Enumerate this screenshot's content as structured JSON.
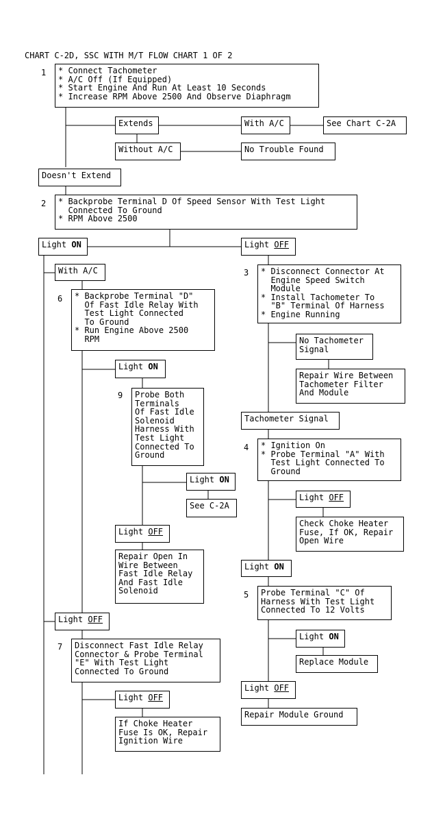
{
  "title": "CHART C-2D, SSC WITH M/T FLOW CHART 1 OF 2",
  "step_numbers": {
    "s1": "1",
    "s2": "2",
    "s3": "3",
    "s4": "4",
    "s5": "5",
    "s6": "6",
    "s7": "7",
    "s9": "9"
  },
  "boxes": {
    "b1": "* Connect Tachometer\n* A/C Off (If Equipped)\n* Start Engine And Run At Least 10 Seconds\n* Increase RPM Above 2500 And Observe Diaphragm",
    "extends": "Extends",
    "with_ac_top": "With A/C",
    "see_chart": "See Chart C-2A",
    "without_ac": "Without A/C",
    "no_trouble": "No Trouble Found",
    "doesnt_extend": "Doesn't Extend",
    "b2": "* Backprobe Terminal D Of Speed Sensor With Test Light\n  Connected To Ground\n* RPM Above 2500",
    "light_on_left_a": "Light ",
    "light_on_left_b": "ON",
    "light_off_right_a": "Light ",
    "light_off_right_b": "OFF",
    "with_ac_mid": "With A/C",
    "b6": "* Backprobe Terminal \"D\"\n  Of Fast Idle Relay With\n  Test Light Connected\n  To Ground\n* Run Engine Above 2500\n  RPM",
    "b3": "* Disconnect Connector At\n  Engine Speed Switch\n  Module\n* Install Tachometer To\n  \"B\" Terminal Of Harness\n* Engine Running",
    "no_tach": "No Tachometer\nSignal",
    "repair_wire": "Repair Wire Between\nTachometer Filter\nAnd Module",
    "light_on_6_a": "Light ",
    "light_on_6_b": "ON",
    "b9": "Probe Both\nTerminals\nOf Fast Idle\nSolenoid\nHarness With\nTest Light\nConnected To\nGround",
    "tach_signal": "Tachometer Signal",
    "b4": "* Ignition On\n* Probe Terminal \"A\" With\n  Test Light Connected To\n  Ground",
    "light_on_9_a": "Light ",
    "light_on_9_b": "ON",
    "see_c2a": "See C-2A",
    "light_off_4_a": "Light ",
    "light_off_4_b": "OFF",
    "check_choke": "Check Choke Heater\nFuse, If OK, Repair\nOpen Wire",
    "light_off_9_a": "Light ",
    "light_off_9_b": "OFF",
    "repair_open": "Repair Open In\nWire Between\nFast Idle Relay\nAnd Fast Idle\nSolenoid",
    "light_on_4_a": "Light ",
    "light_on_4_b": "ON",
    "b5": "Probe Terminal \"C\" Of\nHarness With Test Light\nConnected To 12 Volts",
    "light_off_6_a": "Light ",
    "light_off_6_b": "OFF",
    "light_on_5_a": "Light ",
    "light_on_5_b": "ON",
    "b7": "Disconnect Fast Idle Relay\nConnector & Probe Terminal\n\"E\" With Test Light\nConnected To Ground",
    "replace_module": "Replace Module",
    "light_off_5_a": "Light ",
    "light_off_5_b": "OFF",
    "light_off_7_a": "Light ",
    "light_off_7_b": "OFF",
    "repair_ground": "Repair Module Ground",
    "choke_fuse": "If Choke Heater\nFuse Is OK, Repair\nIgnition Wire"
  }
}
